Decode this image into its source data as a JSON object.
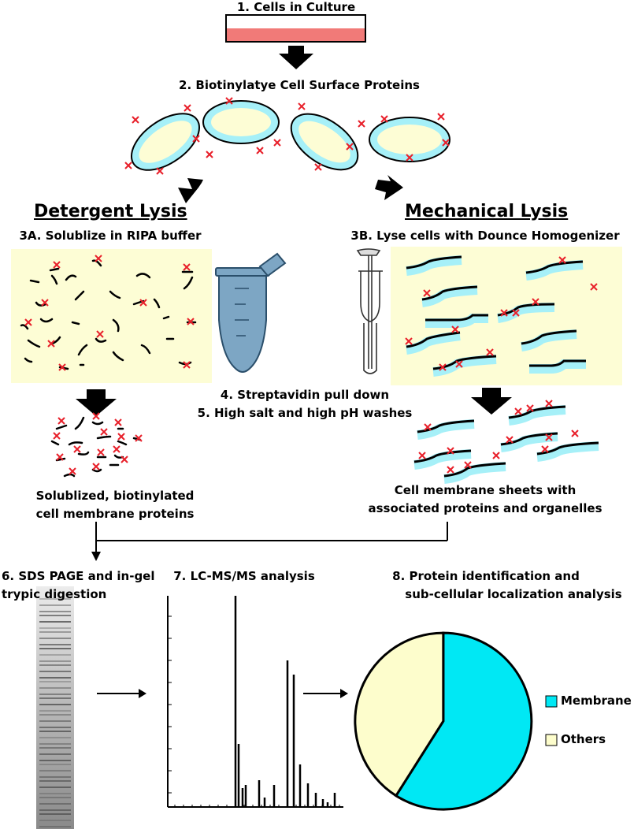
{
  "steps": {
    "s1": "1. Cells in Culture",
    "s2": "2. Biotinylatye Cell Surface Proteins",
    "s3a": "3A. Solublize in RIPA buffer",
    "s3b": "3B. Lyse cells with Dounce Homogenizer",
    "s4": "4. Streptavidin pull down",
    "s5": "5. High salt and high pH washes",
    "s6_line1": "6. SDS PAGE and in-gel",
    "s6_line2": "trypic digestion",
    "s7": "7. LC-MS/MS analysis",
    "s8_line1": "8. Protein identification and",
    "s8_line2": "sub-cellular localization analysis"
  },
  "headings": {
    "detergent": "Detergent Lysis",
    "mechanical": "Mechanical Lysis"
  },
  "captions": {
    "left_line1": "Solublized, biotinylated",
    "left_line2": "cell membrane proteins",
    "right_line1": "Cell membrane sheets with",
    "right_line2": "associated proteins and organelles"
  },
  "marker": "X",
  "colors": {
    "culture_fill": "#f17a78",
    "panel_fill": "#fdfdd5",
    "membrane_cyan": "#a6f0f8",
    "biotin_red": "#e8202a",
    "tube_blue": "#7da6c4",
    "pie_membrane": "#00e8f4",
    "pie_others": "#fdfdcc"
  },
  "chart_data": {
    "type": "pie",
    "title": "",
    "legend_placement": "right",
    "slices": [
      {
        "label": "Membrane",
        "value": 59,
        "color": "#00e8f4"
      },
      {
        "label": "Others",
        "value": 41,
        "color": "#fdfdcc"
      }
    ]
  }
}
